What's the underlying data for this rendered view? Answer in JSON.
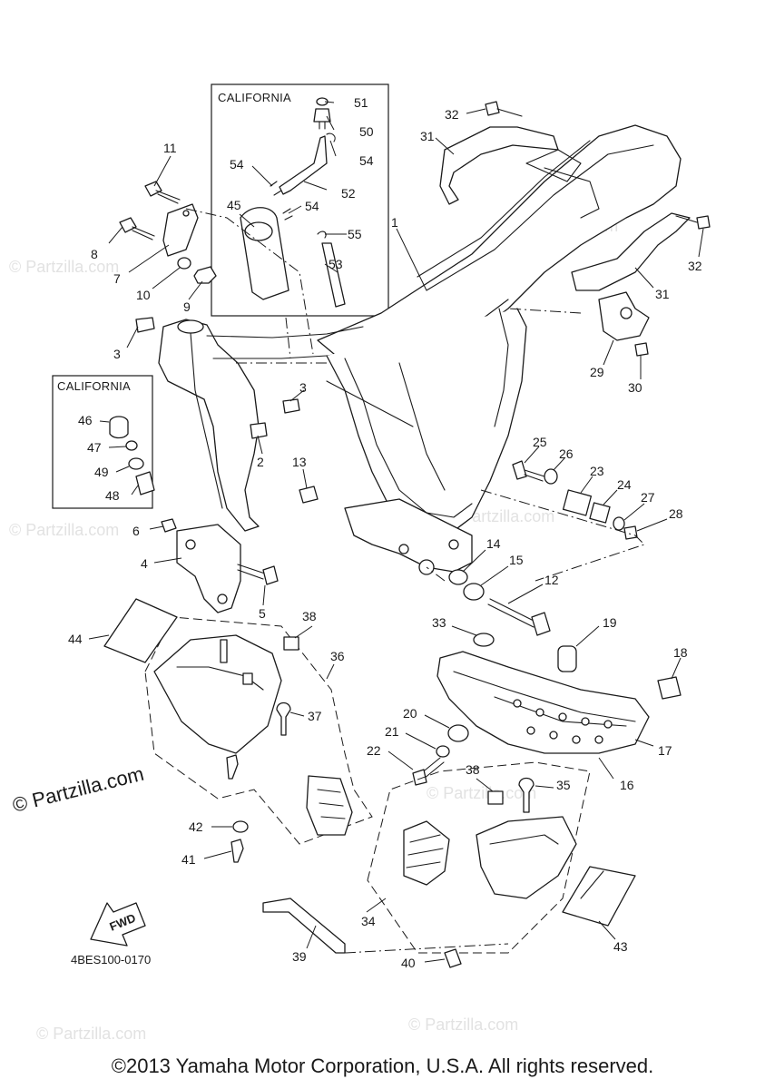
{
  "diagram": {
    "inset_label_1": "CALIFORNIA",
    "inset_label_2": "CALIFORNIA",
    "watermark": "© Partzilla.com",
    "watermark_faint": "© Partzilla.com",
    "fwd_label": "FWD",
    "figure_code": "4BES100-0170",
    "copyright": "©2013 Yamaha Motor Corporation, U.S.A. All rights reserved.",
    "callouts": {
      "c1": "1",
      "c2": "2",
      "c3a": "3",
      "c3b": "3",
      "c4": "4",
      "c5": "5",
      "c6": "6",
      "c7": "7",
      "c8": "8",
      "c9": "9",
      "c10": "10",
      "c11": "11",
      "c12": "12",
      "c13": "13",
      "c14": "14",
      "c15": "15",
      "c16": "16",
      "c17": "17",
      "c18": "18",
      "c19": "19",
      "c20": "20",
      "c21": "21",
      "c22": "22",
      "c23": "23",
      "c24": "24",
      "c25": "25",
      "c26": "26",
      "c27": "27",
      "c28": "28",
      "c29": "29",
      "c30": "30",
      "c31a": "31",
      "c31b": "31",
      "c32a": "32",
      "c32b": "32",
      "c33": "33",
      "c34": "34",
      "c35": "35",
      "c36": "36",
      "c37": "37",
      "c38a": "38",
      "c38b": "38",
      "c39": "39",
      "c40": "40",
      "c41": "41",
      "c42": "42",
      "c43": "43",
      "c44": "44",
      "c45": "45",
      "c46": "46",
      "c47": "47",
      "c48": "48",
      "c49": "49",
      "c50": "50",
      "c51": "51",
      "c52": "52",
      "c53": "53",
      "c54a": "54",
      "c54b": "54",
      "c54c": "54",
      "c55": "55"
    }
  }
}
